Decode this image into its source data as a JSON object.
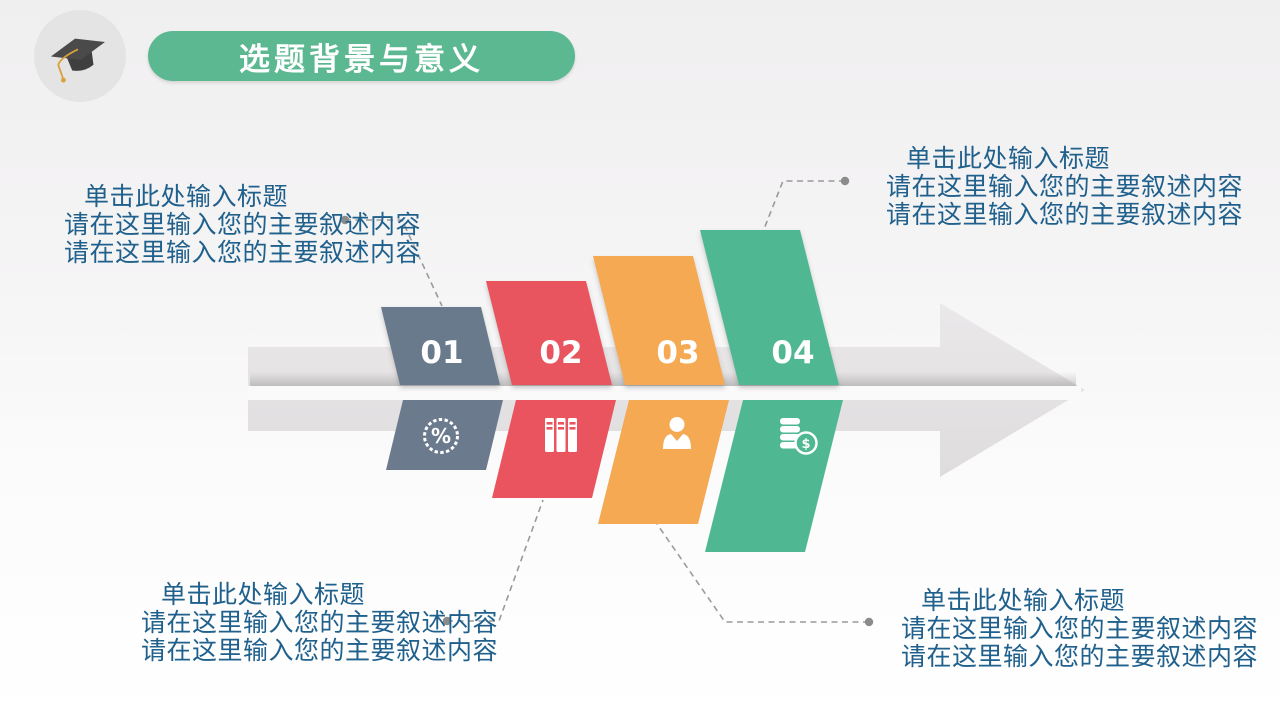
{
  "slide": {
    "header": {
      "title": "选题背景与意义",
      "pill_color": "#5bb891",
      "logo_icon": "graduation-cap-icon"
    },
    "text_color": "#20608c",
    "arrow": {
      "color_top": "#eae8e9",
      "color_bottom": "#dedcdd"
    },
    "leader_color": "#9a9a9a",
    "steps": [
      {
        "number": "01",
        "color": "#6b7a8d",
        "icon": "percent-badge-icon"
      },
      {
        "number": "02",
        "color": "#e9545f",
        "icon": "books-icon"
      },
      {
        "number": "03",
        "color": "#f5a953",
        "icon": "person-icon"
      },
      {
        "number": "04",
        "color": "#4fb892",
        "icon": "coins-icon"
      }
    ],
    "icon_glyphs": {
      "percent": "%",
      "dollar": "$"
    },
    "callouts": {
      "top_left": {
        "title": "单击此处输入标题",
        "line1": "请在这里输入您的主要叙述内容",
        "line2": "请在这里输入您的主要叙述内容"
      },
      "top_right": {
        "title": "单击此处输入标题",
        "line1": "请在这里输入您的主要叙述内容",
        "line2": "请在这里输入您的主要叙述内容"
      },
      "bottom_left": {
        "title": "单击此处输入标题",
        "line1": "请在这里输入您的主要叙述内容",
        "line2": "请在这里输入您的主要叙述内容"
      },
      "bottom_right": {
        "title": "单击此处输入标题",
        "line1": "请在这里输入您的主要叙述内容",
        "line2": "请在这里输入您的主要叙述内容"
      }
    }
  }
}
